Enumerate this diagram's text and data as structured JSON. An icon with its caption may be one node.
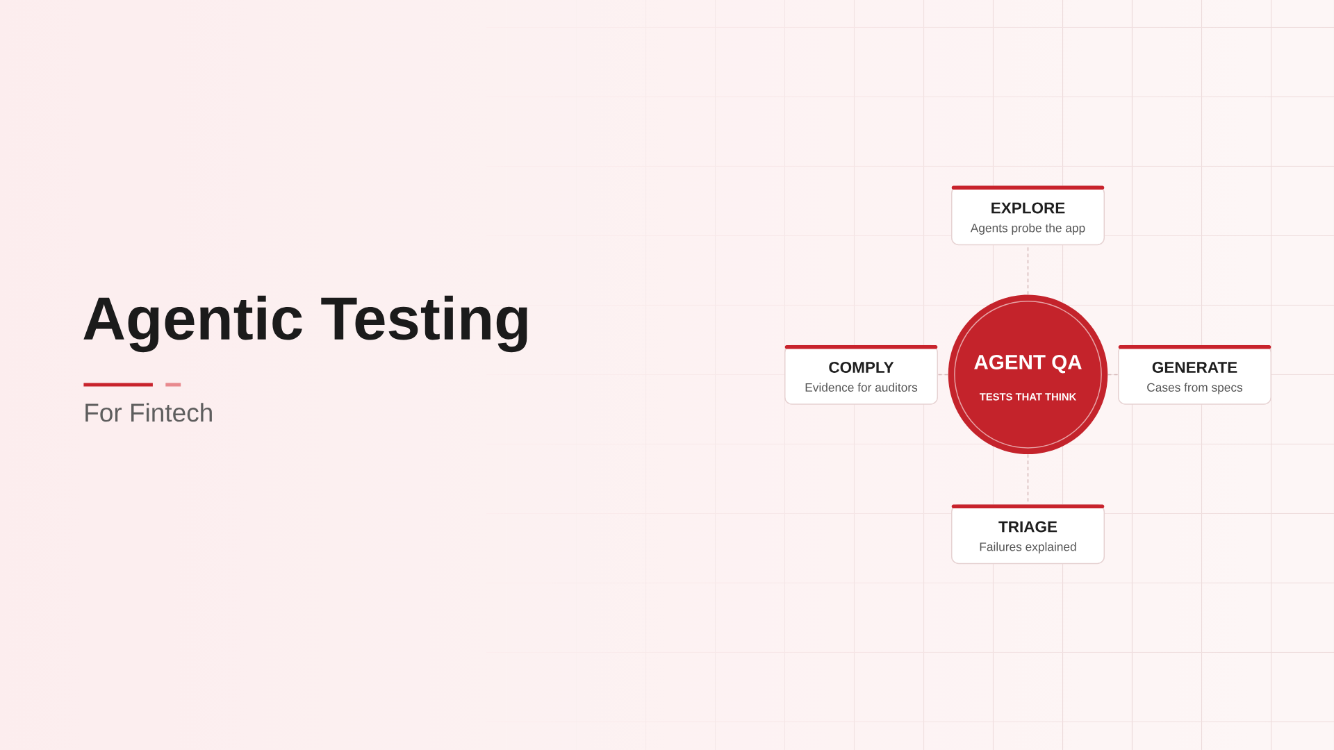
{
  "diagram": {
    "title": "Agentic Testing",
    "nodes": [
      {
        "text": [
          "EXPLORE",
          "Agents probe the app"
        ]
      },
      {
        "text": [
          "COMPLY",
          "Evidence for auditors"
        ]
      },
      {
        "text": [
          "AGENT QA",
          "TESTS THAT THINK"
        ]
      },
      {
        "text": [
          "GENERATE",
          "Cases from specs"
        ]
      },
      {
        "text": [
          "TRIAGE",
          "Failures explained"
        ]
      }
    ],
    "edges": [
      {
        "from": 2,
        "to": 0,
        "arrow": "none",
        "style": "dashed"
      },
      {
        "from": 2,
        "to": 1,
        "arrow": "none",
        "style": "dashed"
      },
      {
        "from": 2,
        "to": 3,
        "arrow": "none",
        "style": "dashed"
      },
      {
        "from": 2,
        "to": 4,
        "arrow": "none",
        "style": "dashed"
      }
    ],
    "labels": [
      "For Fintech"
    ]
  }
}
